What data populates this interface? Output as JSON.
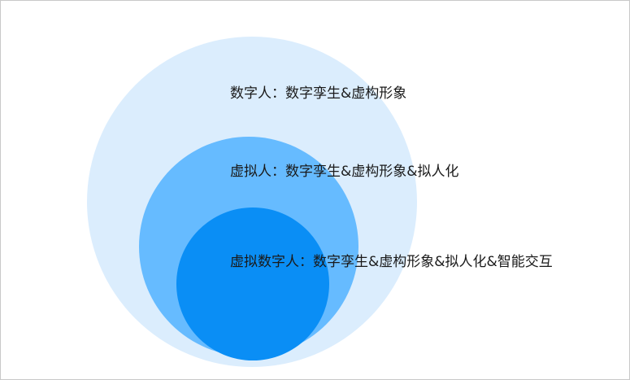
{
  "diagram": {
    "circles": [
      {
        "id": "outer",
        "label": "数字人：数字孪生&虚构形象",
        "color": "#dbedfd"
      },
      {
        "id": "middle",
        "label": "虚拟人：数字孪生&虚构形象&拟人化",
        "color": "#66bbff"
      },
      {
        "id": "inner",
        "label": "虚拟数字人：数字孪生&虚构形象&拟人化&智能交互",
        "color": "#0a8ef5"
      }
    ]
  }
}
